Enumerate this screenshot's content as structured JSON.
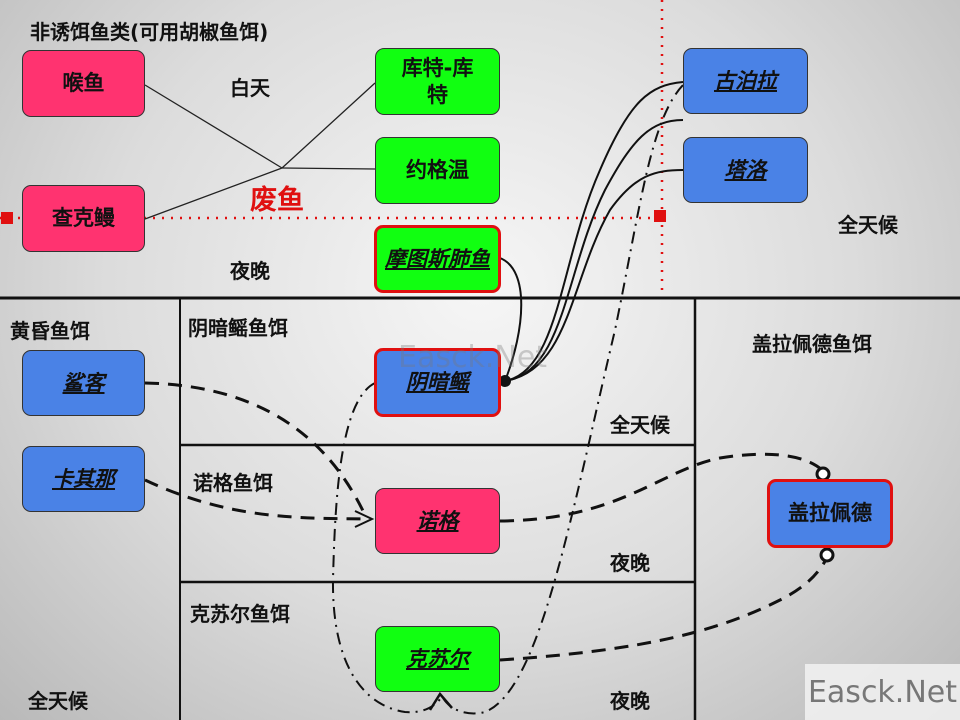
{
  "title": "非诱饵鱼类(可用胡椒鱼饵)",
  "labels": {
    "day": "白天",
    "trash": "废鱼",
    "night_top": "夜晚",
    "all_weather_top": "全天候",
    "dusk_bait": "黄昏鱼饵",
    "dark_ray_bait": "阴暗鳐鱼饵",
    "gera_bait": "盖拉佩德鱼饵",
    "all_weather_mid": "全天候",
    "nog_bait": "诺格鱼饵",
    "night_mid": "夜晚",
    "kesu_bait": "克苏尔鱼饵",
    "all_weather_bottom": "全天候",
    "night_bottom": "夜晚"
  },
  "fish": {
    "houyu": "喉鱼",
    "chakeman": "查克鳗",
    "kute": "库特-库特",
    "yuegewen": "约格温",
    "motusi": "摩图斯肺鱼",
    "gubola": "古泊拉",
    "taluo": "塔洛",
    "shake": "鲨客",
    "kaqina": "卡其那",
    "anyao": "阴暗鳐",
    "nuoge": "诺格",
    "kesuer": "克苏尔",
    "gelapeide": "盖拉佩德"
  },
  "colors": {
    "pink": "#ff3370",
    "green": "#11ff11",
    "blue": "#4a82e6",
    "highlight": "#e01010"
  },
  "watermark": "Easck.Net"
}
